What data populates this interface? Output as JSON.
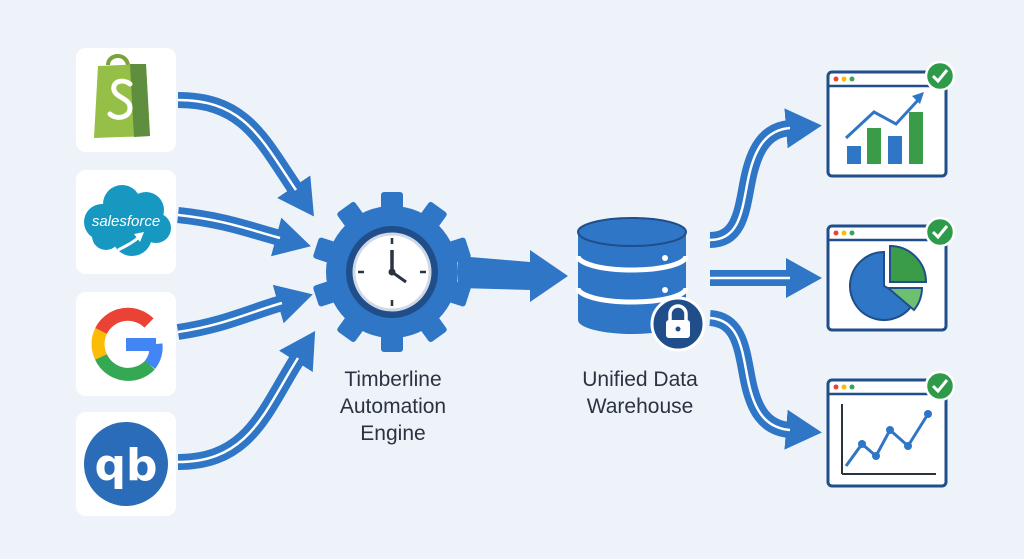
{
  "sources": {
    "shopify_icon": "shopify-bag-icon",
    "salesforce": {
      "text": "salesforce",
      "icon": "salesforce-cloud-icon"
    },
    "google_icon": "google-g-icon",
    "quickbooks": {
      "text": "qb",
      "icon": "quickbooks-icon"
    }
  },
  "engine": {
    "label_line1": "Timberline",
    "label_line2": "Automation",
    "label_line3": "Engine",
    "icon": "gear-clock-icon"
  },
  "warehouse": {
    "label_line1": "Unified Data",
    "label_line2": "Warehouse",
    "icon": "database-lock-icon"
  },
  "outputs": [
    {
      "type": "bar-chart",
      "icon": "bar-chart-window-icon",
      "status_icon": "check-icon"
    },
    {
      "type": "pie-chart",
      "icon": "pie-chart-window-icon",
      "status_icon": "check-icon"
    },
    {
      "type": "line-chart",
      "icon": "line-chart-window-icon",
      "status_icon": "check-icon"
    }
  ],
  "colors": {
    "background": "#eef3f9",
    "arrow": "#2f76c7",
    "arrow_stripe": "#ffffff",
    "shopify_green": "#95bf47",
    "salesforce_blue": "#1798c1",
    "google_blue": "#4285f4",
    "google_red": "#ea4335",
    "google_yellow": "#fbbc05",
    "google_green": "#34a853",
    "quickbooks_blue": "#2b6cb8",
    "chart_green": "#3a9b48",
    "check_green": "#2e9a4a",
    "window_border": "#1f4e8a"
  }
}
